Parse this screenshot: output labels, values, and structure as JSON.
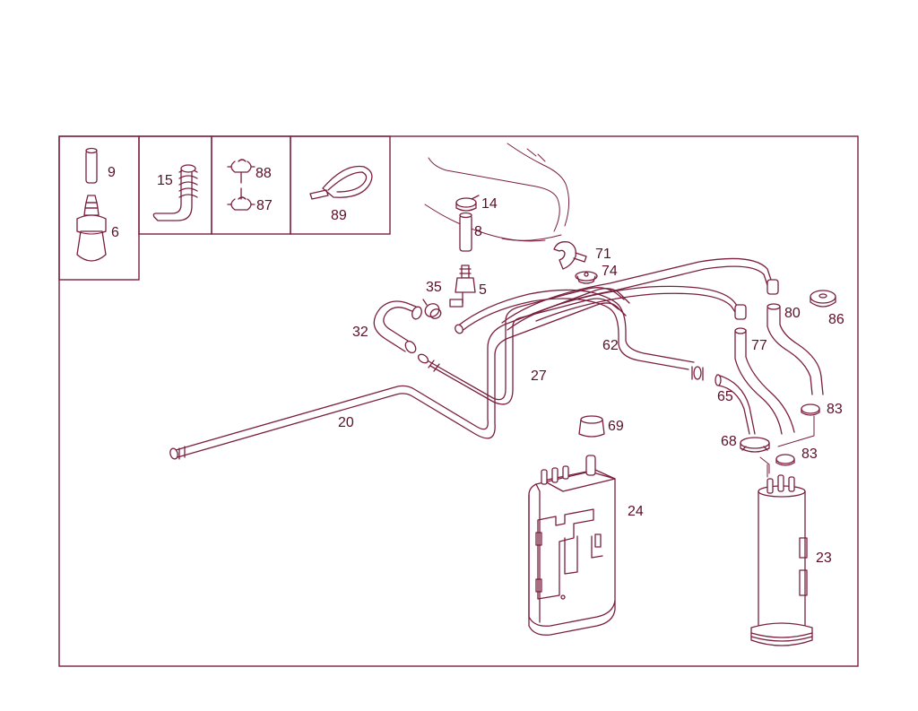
{
  "colors": {
    "line": "#7a1f3d",
    "label": "#5a1028",
    "background": "#ffffff"
  },
  "legend_boxes": [
    {
      "id": "box-a",
      "labels": [
        "9",
        "6"
      ]
    },
    {
      "id": "box-b",
      "labels": [
        "15"
      ]
    },
    {
      "id": "box-c",
      "labels": [
        "88",
        "87"
      ]
    },
    {
      "id": "box-d",
      "labels": [
        "89"
      ]
    }
  ],
  "callouts": {
    "p9": "9",
    "p6": "6",
    "p15": "15",
    "p88": "88",
    "p87": "87",
    "p89": "89",
    "p14": "14",
    "p8": "8",
    "p71": "71",
    "p74": "74",
    "p35": "35",
    "p5": "5",
    "p32": "32",
    "p80": "80",
    "p86": "86",
    "p77": "77",
    "p62": "62",
    "p27": "27",
    "p65": "65",
    "p83a": "83",
    "p20": "20",
    "p69": "69",
    "p68": "68",
    "p83b": "83",
    "p24": "24",
    "p23": "23"
  }
}
